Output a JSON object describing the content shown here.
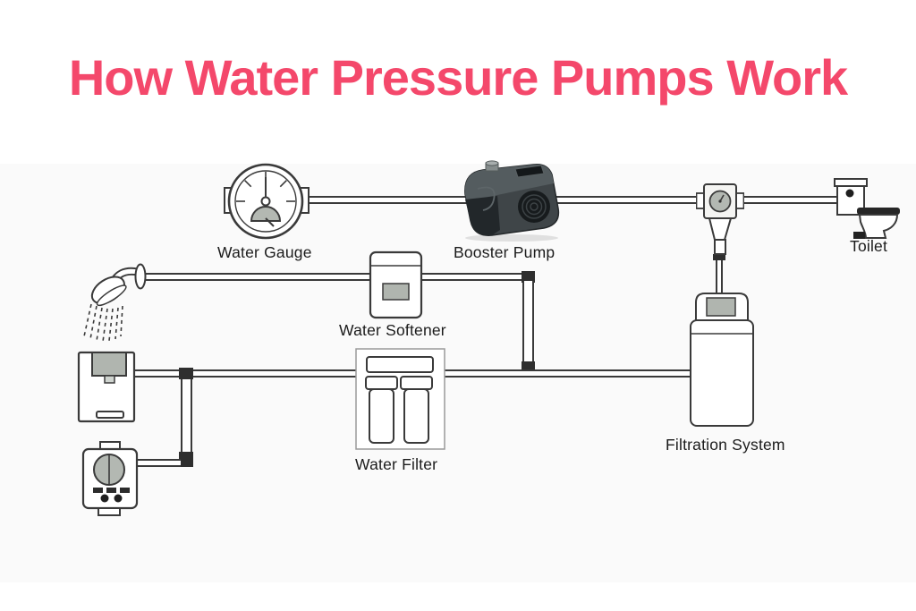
{
  "title": "How Water Pressure Pumps Work",
  "diagram": {
    "labels": {
      "water_gauge": "Water Gauge",
      "booster_pump": "Booster Pump",
      "toilet": "Toilet",
      "water_softener": "Water Softener",
      "water_filter": "Water Filter",
      "filtration_system": "Filtration System"
    },
    "icons": [
      "water-gauge-icon",
      "booster-pump-icon",
      "pressure-valve-icon",
      "toilet-icon",
      "shower-head-icon",
      "water-softener-icon",
      "water-dispenser-icon",
      "control-unit-icon",
      "water-filter-icon",
      "filtration-tank-icon"
    ],
    "colors": {
      "title": "#F4486B",
      "outline": "#3A3A3A",
      "panel_gray": "#B0B5AF",
      "pump_body": "#3F4548",
      "background_band": "#FAFAFA"
    }
  }
}
